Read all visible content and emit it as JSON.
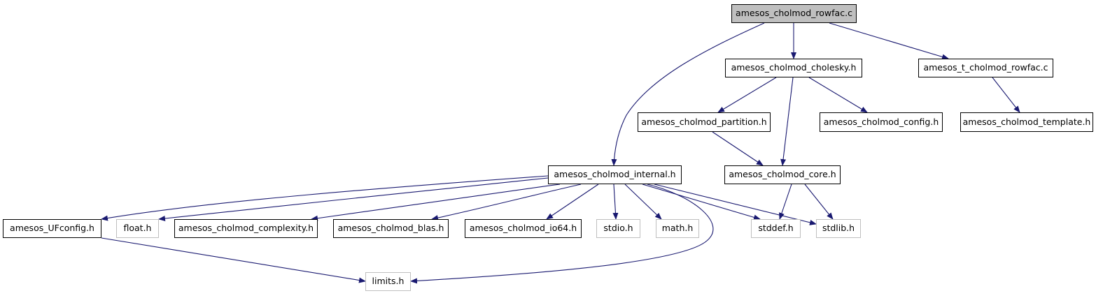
{
  "diagram": {
    "colors": {
      "edge": "#191970",
      "root_fill": "#bfbfbf",
      "node_border": "#000000",
      "system_border": "#bfbfbf"
    },
    "nodes": [
      {
        "id": "rowfac_c",
        "label": "amesos_cholmod_rowfac.c",
        "kind": "root"
      },
      {
        "id": "cholesky_h",
        "label": "amesos_cholmod_cholesky.h",
        "kind": "local"
      },
      {
        "id": "t_rowfac_c",
        "label": "amesos_t_cholmod_rowfac.c",
        "kind": "local"
      },
      {
        "id": "partition_h",
        "label": "amesos_cholmod_partition.h",
        "kind": "local"
      },
      {
        "id": "config_h",
        "label": "amesos_cholmod_config.h",
        "kind": "local"
      },
      {
        "id": "template_h",
        "label": "amesos_cholmod_template.h",
        "kind": "local"
      },
      {
        "id": "internal_h",
        "label": "amesos_cholmod_internal.h",
        "kind": "local"
      },
      {
        "id": "core_h",
        "label": "amesos_cholmod_core.h",
        "kind": "local"
      },
      {
        "id": "ufconfig_h",
        "label": "amesos_UFconfig.h",
        "kind": "local"
      },
      {
        "id": "float_h",
        "label": "float.h",
        "kind": "system"
      },
      {
        "id": "complexity_h",
        "label": "amesos_cholmod_complexity.h",
        "kind": "local"
      },
      {
        "id": "blas_h",
        "label": "amesos_cholmod_blas.h",
        "kind": "local"
      },
      {
        "id": "io64_h",
        "label": "amesos_cholmod_io64.h",
        "kind": "local"
      },
      {
        "id": "stdio_h",
        "label": "stdio.h",
        "kind": "system"
      },
      {
        "id": "math_h",
        "label": "math.h",
        "kind": "system"
      },
      {
        "id": "stddef_h",
        "label": "stddef.h",
        "kind": "system"
      },
      {
        "id": "stdlib_h",
        "label": "stdlib.h",
        "kind": "system"
      },
      {
        "id": "limits_h",
        "label": "limits.h",
        "kind": "system"
      }
    ],
    "edges": [
      {
        "from": "rowfac_c",
        "to": "cholesky_h"
      },
      {
        "from": "rowfac_c",
        "to": "t_rowfac_c"
      },
      {
        "from": "rowfac_c",
        "to": "internal_h"
      },
      {
        "from": "cholesky_h",
        "to": "partition_h"
      },
      {
        "from": "cholesky_h",
        "to": "config_h"
      },
      {
        "from": "cholesky_h",
        "to": "core_h"
      },
      {
        "from": "t_rowfac_c",
        "to": "template_h"
      },
      {
        "from": "partition_h",
        "to": "core_h"
      },
      {
        "from": "core_h",
        "to": "stddef_h"
      },
      {
        "from": "core_h",
        "to": "stdlib_h"
      },
      {
        "from": "internal_h",
        "to": "ufconfig_h"
      },
      {
        "from": "internal_h",
        "to": "float_h"
      },
      {
        "from": "internal_h",
        "to": "complexity_h"
      },
      {
        "from": "internal_h",
        "to": "blas_h"
      },
      {
        "from": "internal_h",
        "to": "io64_h"
      },
      {
        "from": "internal_h",
        "to": "stdio_h"
      },
      {
        "from": "internal_h",
        "to": "math_h"
      },
      {
        "from": "internal_h",
        "to": "stddef_h"
      },
      {
        "from": "internal_h",
        "to": "stdlib_h"
      },
      {
        "from": "internal_h",
        "to": "limits_h"
      },
      {
        "from": "ufconfig_h",
        "to": "limits_h"
      }
    ]
  }
}
